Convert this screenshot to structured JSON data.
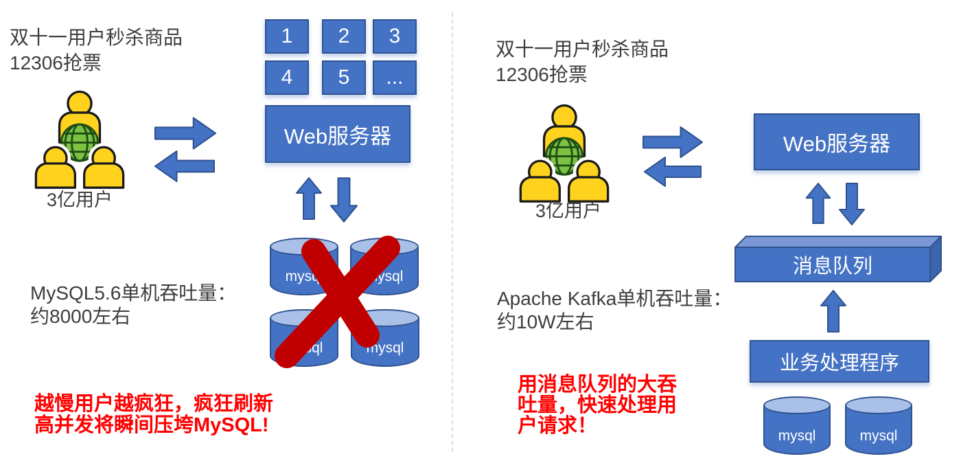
{
  "colors": {
    "shape_fill": "#4472C4",
    "shape_border": "#2F528F",
    "cylinder_top": "#A9C1E8",
    "cube_top": "#7B97D6",
    "cube_side": "#3B64AC",
    "cross_red": "#C00000",
    "alert_red": "#FF0000",
    "text_gray": "#3D3D3D",
    "divider_gray": "#DCDCDC",
    "user_yellow": "#FFD21E",
    "globe_green": "#7CC142"
  },
  "left": {
    "scenario_line1": "双十一用户秒杀商品",
    "scenario_line2": "12306抢票",
    "users_label": "3亿用户",
    "request_boxes": [
      "1",
      "2",
      "3",
      "4",
      "5",
      "..."
    ],
    "web_server_label": "Web服务器",
    "db_label": "mysql",
    "throughput_line1": "MySQL5.6单机吞吐量：",
    "throughput_line2": "约8000左右",
    "alert_line1": "越慢用户越疯狂，疯狂刷新",
    "alert_line2": "高并发将瞬间压垮MySQL!"
  },
  "right": {
    "scenario_line1": "双十一用户秒杀商品",
    "scenario_line2": "12306抢票",
    "users_label": "3亿用户",
    "web_server_label": "Web服务器",
    "message_queue_label": "消息队列",
    "worker_label": "业务处理程序",
    "db_label": "mysql",
    "throughput_line1": "Apache Kafka单机吞吐量：",
    "throughput_line2": "约10W左右",
    "alert_line1": "用消息队列的大吞",
    "alert_line2": "吐量，快速处理用",
    "alert_line3": "户请求！"
  }
}
